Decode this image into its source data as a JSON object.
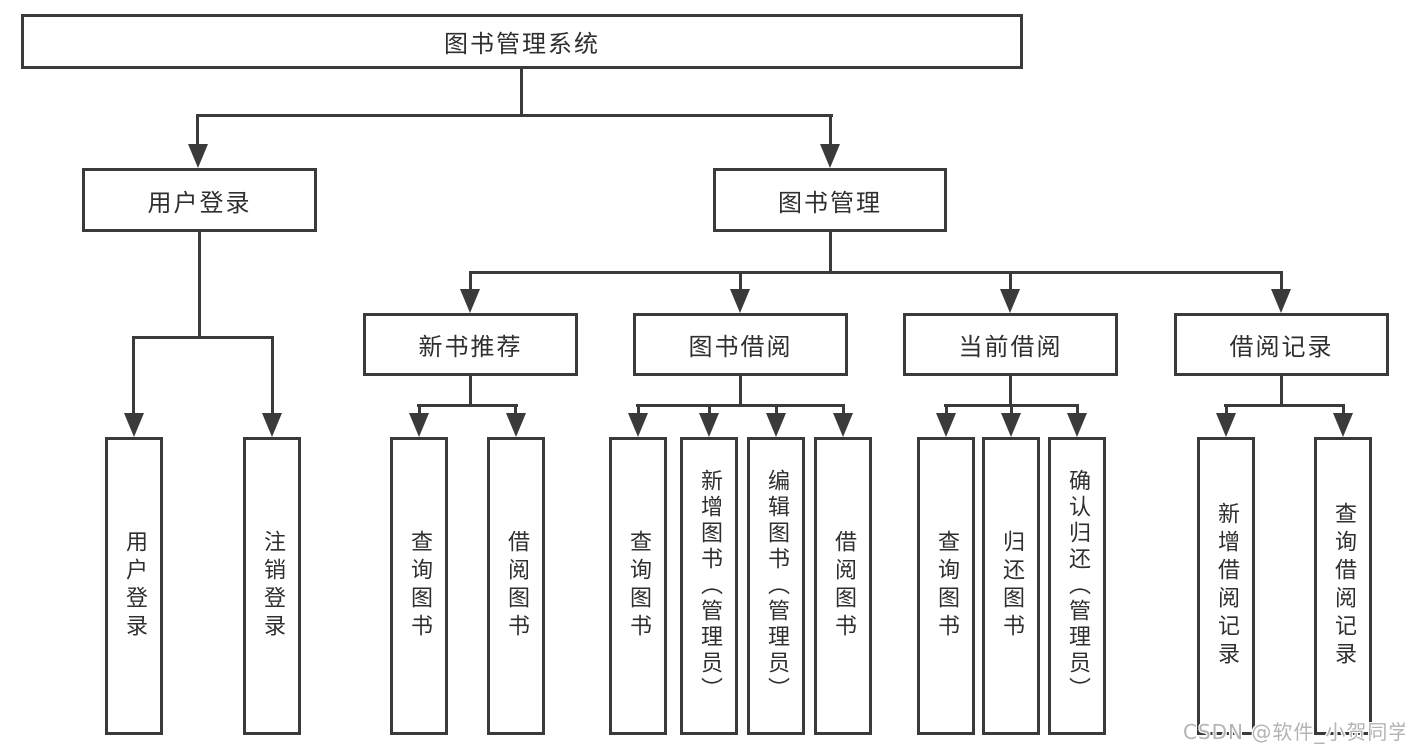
{
  "colors": {
    "line": "#3a3a3a",
    "text": "#2f2f2f",
    "box_background": "#ffffff",
    "page_background": "#ffffff",
    "watermark": "#b4b4b4"
  },
  "diagram": {
    "root": {
      "label": "图书管理系统"
    },
    "level2": [
      {
        "label": "用户登录"
      },
      {
        "label": "图书管理"
      }
    ],
    "level3": [
      {
        "label": "新书推荐"
      },
      {
        "label": "图书借阅"
      },
      {
        "label": "当前借阅"
      },
      {
        "label": "借阅记录"
      }
    ],
    "leaves": {
      "login": [
        "用户登录",
        "注销登录"
      ],
      "recommend": [
        "查询图书",
        "借阅图书"
      ],
      "borrowing": [
        "查询图书",
        "新增图书（管理员）",
        "编辑图书（管理员）",
        "借阅图书"
      ],
      "current": [
        "查询图书",
        "归还图书",
        "确认归还（管理员）"
      ],
      "records": [
        "新增借阅记录",
        "查询借阅记录"
      ]
    }
  },
  "watermark": {
    "text": "CSDN @软件_小贺同学"
  }
}
